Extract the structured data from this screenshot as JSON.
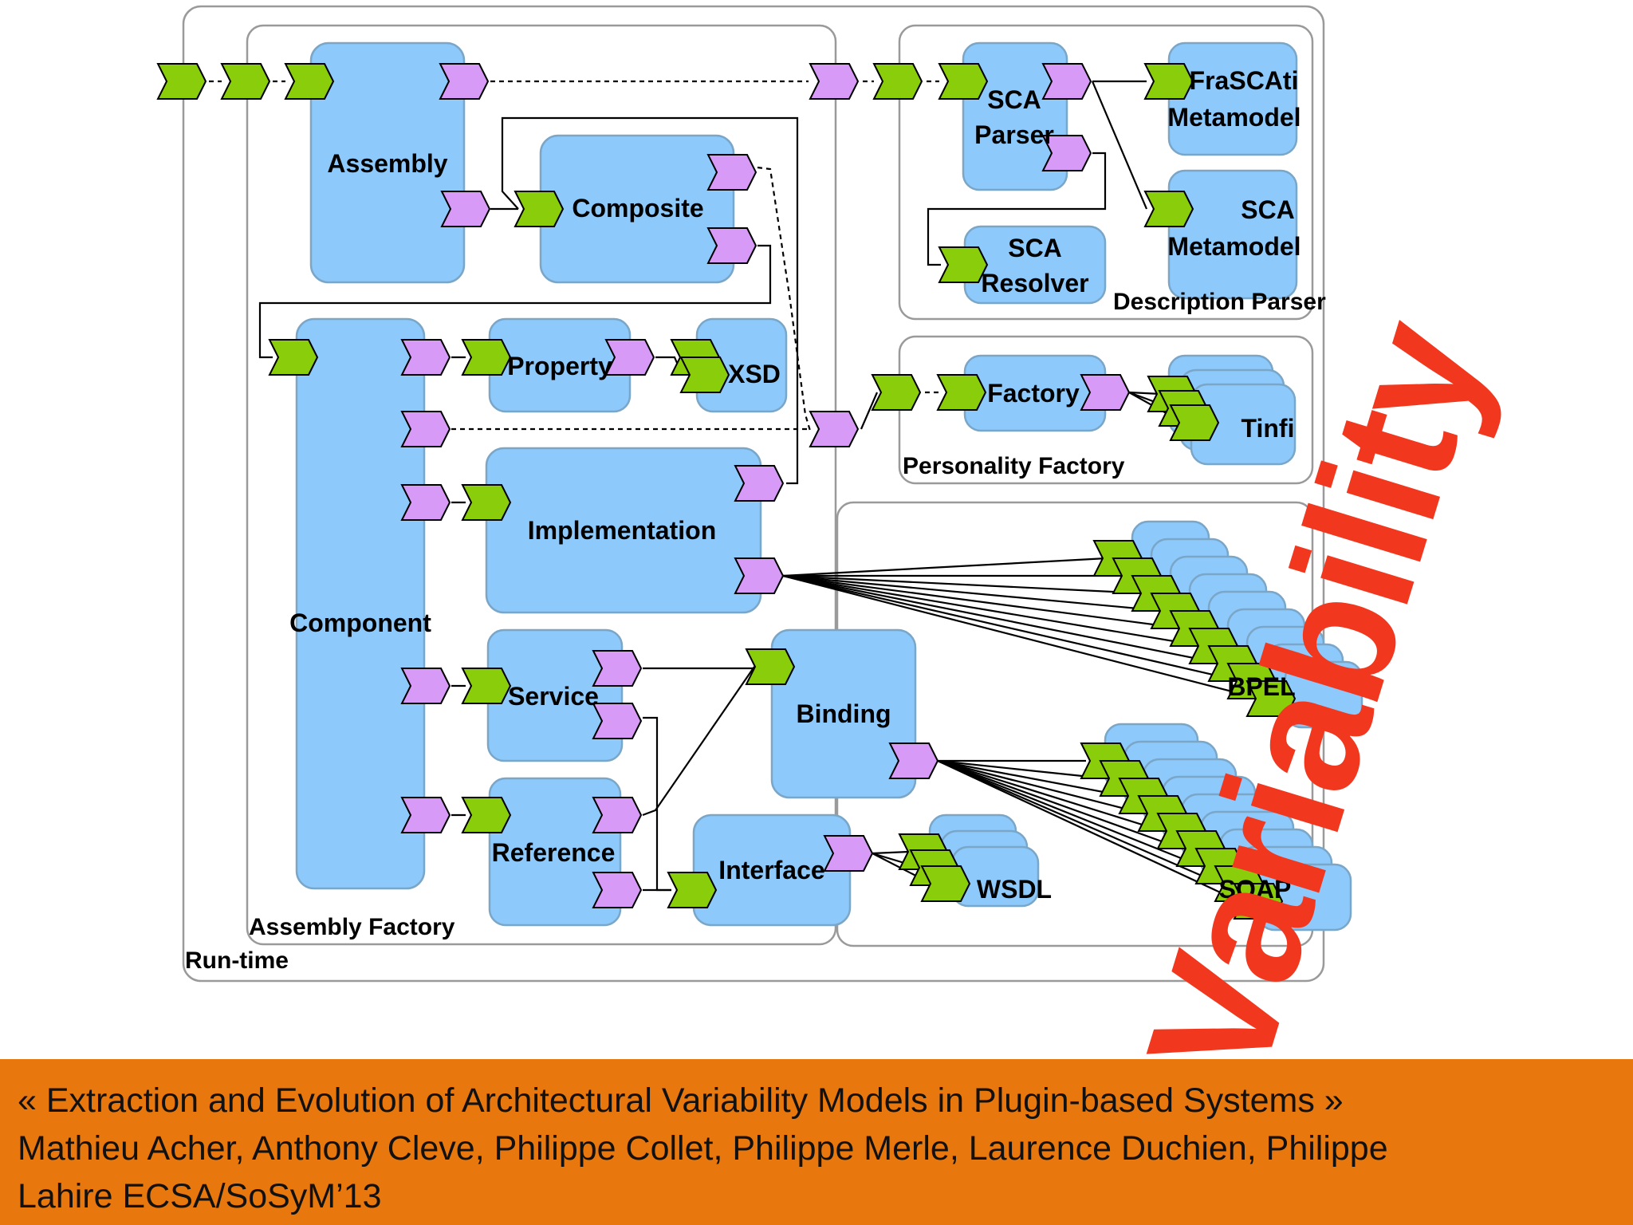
{
  "groups": {
    "runtime": "Run-time",
    "assembly_factory": "Assembly Factory",
    "description_parser": "Description Parser",
    "personality_factory": "Personality Factory"
  },
  "components": {
    "assembly": "Assembly",
    "composite": "Composite",
    "component": "Component",
    "property": "Property",
    "xsd": "XSD",
    "implementation": "Implementation",
    "service": "Service",
    "reference": "Reference",
    "binding": "Binding",
    "interface": "Interface",
    "wsdl": "WSDL",
    "sca_parser_1": "SCA",
    "sca_parser_2": "Parser",
    "frascati_1": "FraSCAti",
    "frascati_2": "Metamodel",
    "sca_metamodel_1": "SCA",
    "sca_metamodel_2": "Metamodel",
    "sca_resolver_1": "SCA",
    "sca_resolver_2": "Resolver",
    "factory": "Factory",
    "tinfi": "Tinfi",
    "bpel": "BPEL",
    "soap": "SOAP"
  },
  "overlay": {
    "title": "Variability"
  },
  "footer": {
    "line1": "« Extraction and Evolution of Architectural Variability Models in Plugin-based Systems »",
    "line2": "Mathieu Acher, Anthony Cleve, Philippe Collet, Philippe Merle, Laurence Duchien, Philippe",
    "line3": "Lahire ECSA/SoSyM’13"
  },
  "colors": {
    "box_fill": "#8ec9fb",
    "box_stroke": "#7aa6c8",
    "provided_port": "#8acd0a",
    "required_port": "#d79af6",
    "container_stroke": "#9a9a9a",
    "variability": "#f2371f",
    "footer_bg": "#e8780d"
  }
}
